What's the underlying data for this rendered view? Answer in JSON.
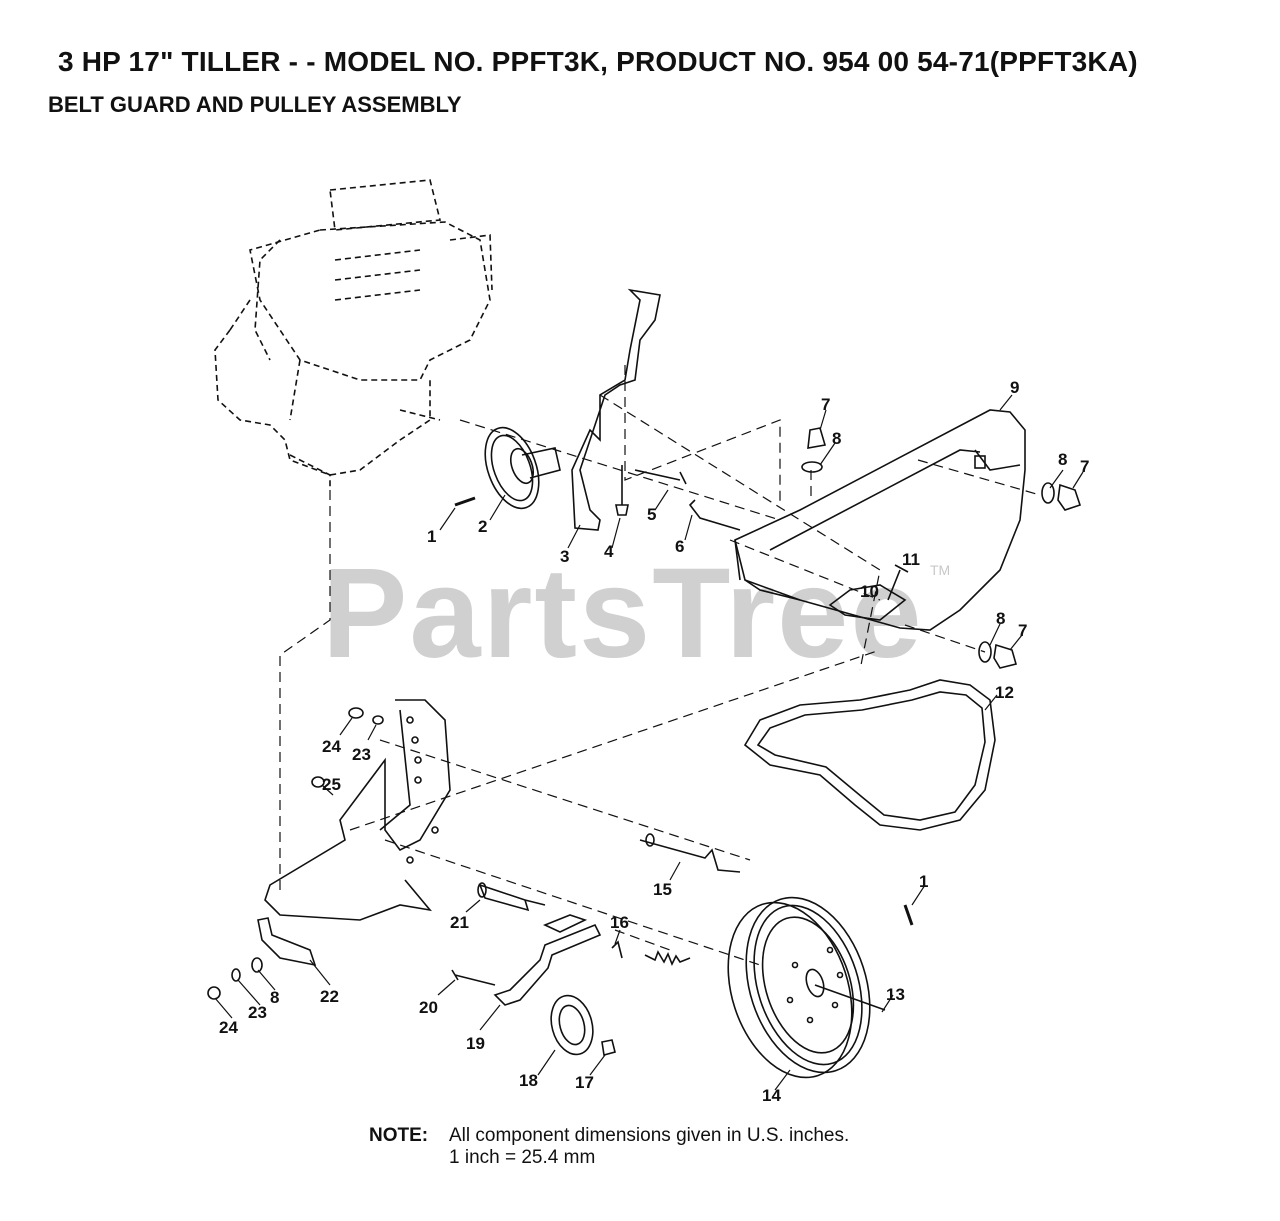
{
  "header": {
    "title": "3 HP 17\" TILLER - - MODEL NO. PPFT3K, PRODUCT NO. 954 00 54-71(PPFT3KA)",
    "subtitle": "BELT GUARD AND PULLEY ASSEMBLY"
  },
  "watermark": {
    "text": "PartsTree",
    "tm": "TM"
  },
  "callouts": [
    "1",
    "2",
    "3",
    "4",
    "5",
    "6",
    "7",
    "8",
    "9",
    "7",
    "8",
    "8",
    "7",
    "11",
    "10",
    "12",
    "24",
    "23",
    "25",
    "15",
    "21",
    "16",
    "1",
    "13",
    "22",
    "8",
    "23",
    "24",
    "20",
    "19",
    "18",
    "17",
    "14"
  ],
  "note": {
    "label": "NOTE:",
    "line1": "All component dimensions given in U.S. inches.",
    "line2": "1 inch = 25.4 mm"
  }
}
